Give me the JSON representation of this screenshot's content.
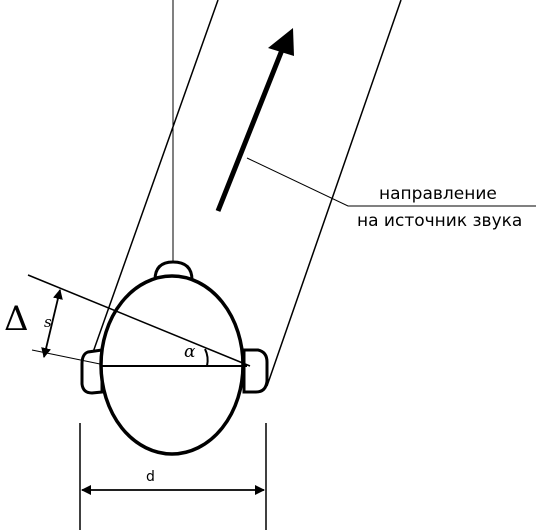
{
  "labels": {
    "delta": "Δ",
    "s": "s",
    "alpha": "α",
    "d": "d",
    "direction_line1": "направление",
    "direction_line2": "на источник звука"
  }
}
